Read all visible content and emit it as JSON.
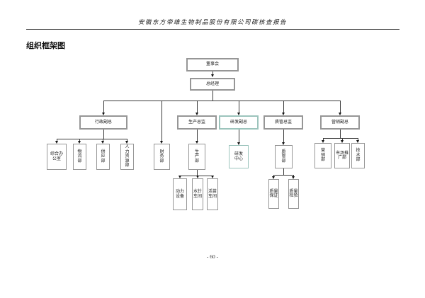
{
  "page": {
    "header_title": "安徽东方帝维生物制品股份有限公司碳核查报告",
    "section_title": "组织框架图",
    "page_number": "- 60 -"
  },
  "colors": {
    "accent_teal": "#9cc4bc",
    "box_border": "#969696",
    "connector": "#3a3a3a"
  },
  "org": {
    "board": "董事会",
    "general_manager": "总经理",
    "admin_vp": "行政副总",
    "production_director": "生产总监",
    "rd_vp": "研发副总",
    "quality_director": "质管总监",
    "marketing_vp": "营销副总",
    "finance_dept": "财务部",
    "general_office": "综合办公室",
    "logistics_dept": "物流部",
    "supply_dept": "供应部",
    "hr_dept": "人力资源部",
    "production_dept": "生产部",
    "power_equipment": "动力设备",
    "water_injection_workshop": "水针车间",
    "live_vaccine_workshop": "活苗车间",
    "rd_center": "研发中心",
    "quality_dept": "质管部",
    "quality_assurance": "质量保证",
    "quality_inspection": "质量检验",
    "marketing_dept": "营销部",
    "market_promotion_dept": "市场推广部",
    "technology_dept": "技术部"
  }
}
